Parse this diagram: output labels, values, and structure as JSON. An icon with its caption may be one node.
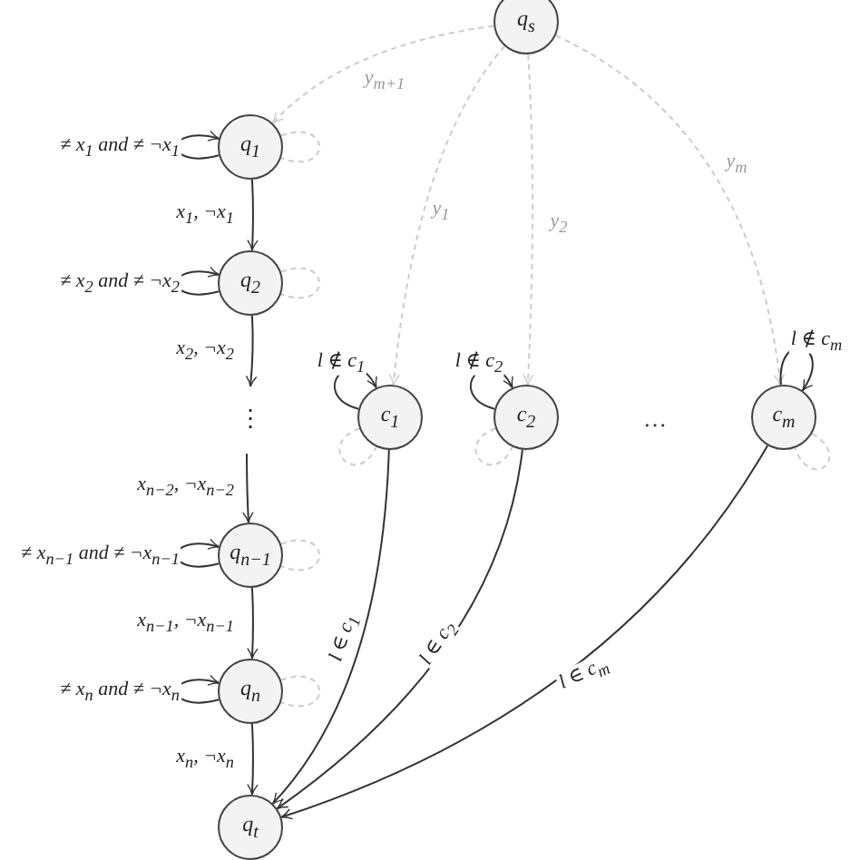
{
  "diagram": {
    "nodes": [
      {
        "text": [
          "q$_{s}$"
        ]
      },
      {
        "text": [
          "q$_{1}$"
        ]
      },
      {
        "text": [
          "q$_{2}$"
        ]
      },
      {
        "text": [
          "⋮"
        ]
      },
      {
        "text": [
          "c$_{1}$"
        ]
      },
      {
        "text": [
          "c$_{2}$"
        ]
      },
      {
        "text": [
          "c$_{m}$"
        ]
      },
      {
        "text": [
          "q$_{n−1}$"
        ]
      },
      {
        "text": [
          "q$_{n}$"
        ]
      },
      {
        "text": [
          "q$_{t}$"
        ]
      }
    ],
    "edges": [
      {
        "from": 1,
        "to": 1,
        "arrow": "to",
        "label": "≠ x$_{1}$ and ≠ ¬x$_{1}$"
      },
      {
        "from": 1,
        "to": 1,
        "arrow": "none",
        "style": "dashed",
        "color": "#cccccc"
      },
      {
        "from": 1,
        "to": 2,
        "arrow": "to",
        "label": "x$_{1}$, ¬x$_{1}$"
      },
      {
        "from": 2,
        "to": 2,
        "arrow": "to",
        "label": "≠ x$_{2}$ and ≠ ¬x$_{2}$"
      },
      {
        "from": 2,
        "to": 2,
        "arrow": "none",
        "style": "dashed",
        "color": "#cccccc"
      },
      {
        "from": 2,
        "to": 3,
        "arrow": "to",
        "label": "x$_{2}$, ¬x$_{2}$"
      },
      {
        "from": 3,
        "to": 7,
        "arrow": "to",
        "label": "x$_{n−2}$, ¬x$_{n−2}$"
      },
      {
        "from": 7,
        "to": 7,
        "arrow": "to",
        "label": "≠ x$_{n−1}$ and ≠ ¬x$_{n−1}$"
      },
      {
        "from": 7,
        "to": 7,
        "arrow": "none",
        "style": "dashed",
        "color": "#cccccc"
      },
      {
        "from": 7,
        "to": 8,
        "arrow": "to",
        "label": "x$_{n−1}$, ¬x$_{n−1}$"
      },
      {
        "from": 8,
        "to": 8,
        "arrow": "to",
        "label": "≠ x$_{n}$ and ≠ ¬x$_{n}$"
      },
      {
        "from": 8,
        "to": 8,
        "arrow": "none",
        "style": "dashed",
        "color": "#cccccc"
      },
      {
        "from": 8,
        "to": 9,
        "arrow": "to",
        "label": "x$_{n}$, ¬x$_{n}$"
      },
      {
        "from": 0,
        "to": 1,
        "arrow": "to",
        "label": "y$_{m+1}$",
        "style": "dashed",
        "color": "#cccccc"
      },
      {
        "from": 0,
        "to": 4,
        "arrow": "to",
        "label": "y$_{1}$",
        "style": "dashed",
        "color": "#cccccc"
      },
      {
        "from": 0,
        "to": 5,
        "arrow": "to",
        "label": "y$_{2}$",
        "style": "dashed",
        "color": "#cccccc"
      },
      {
        "from": 0,
        "to": 6,
        "arrow": "to",
        "label": "y$_{m}$",
        "style": "dashed",
        "color": "#cccccc"
      },
      {
        "from": 4,
        "to": 4,
        "arrow": "to",
        "label": "l ∉ c$_{1}$"
      },
      {
        "from": 4,
        "to": 4,
        "arrow": "none",
        "style": "dashed",
        "color": "#cccccc"
      },
      {
        "from": 5,
        "to": 5,
        "arrow": "to",
        "label": "l ∉ c$_{2}$"
      },
      {
        "from": 5,
        "to": 5,
        "arrow": "none",
        "style": "dashed",
        "color": "#cccccc"
      },
      {
        "from": 6,
        "to": 6,
        "arrow": "to",
        "label": "l ∉ c$_{m}$"
      },
      {
        "from": 6,
        "to": 6,
        "arrow": "none",
        "style": "dashed",
        "color": "#cccccc"
      },
      {
        "from": 4,
        "to": 9,
        "arrow": "to",
        "label": "l ∈ c$_{1}$"
      },
      {
        "from": 5,
        "to": 9,
        "arrow": "to",
        "label": "l ∈ c$_{2}$"
      },
      {
        "from": 6,
        "to": 9,
        "arrow": "to",
        "label": "l ∈ c$_{m}$"
      }
    ],
    "labels": [
      "…"
    ]
  }
}
